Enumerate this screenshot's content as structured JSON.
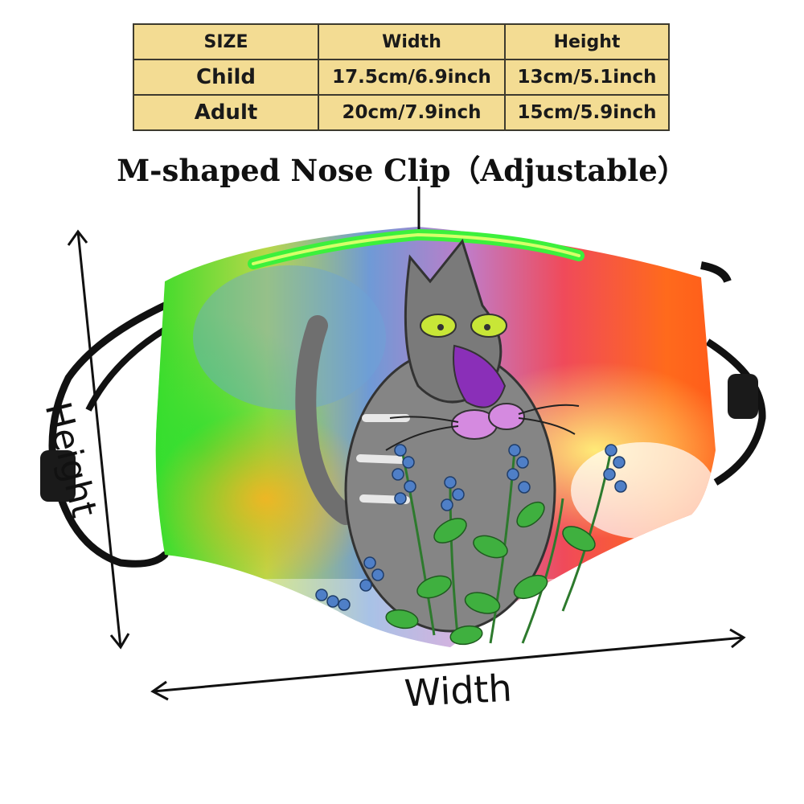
{
  "size_table": {
    "headers": [
      "SIZE",
      "Width",
      "Height"
    ],
    "rows": [
      [
        "Child",
        "17.5cm/6.9inch",
        "13cm/5.1inch"
      ],
      [
        "Adult",
        "20cm/7.9inch",
        "15cm/5.9inch"
      ]
    ]
  },
  "nose_clip_title": "M-shaped Nose Clip（Adjustable）",
  "dimension_labels": {
    "height": "Height",
    "width": "Width"
  },
  "colors": {
    "table_fill": "#f3dc93",
    "nose_clip": "#3cf03c",
    "cat_grey": "#8a8a8a",
    "cat_nose": "#8a2fb8",
    "cat_eyes": "#c8e637",
    "lavender": "#4f7fc7",
    "leaf": "#3fb03f"
  }
}
